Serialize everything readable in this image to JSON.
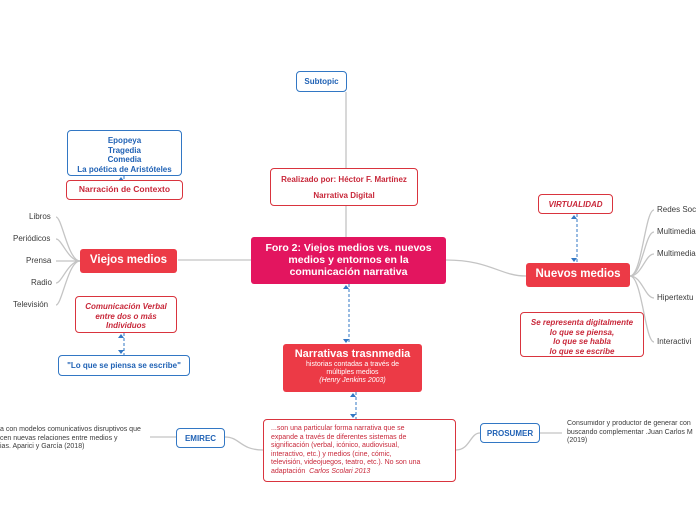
{
  "central": {
    "lines": [
      "Foro 2: Viejos medios vs. nuevos",
      "medios y entornos en la",
      "comunicación narrativa"
    ]
  },
  "subtopic": {
    "label": "Subtopic"
  },
  "realizado": {
    "line1": "Realizado por: Héctor F. Martínez",
    "line2": "Narrativa Digital"
  },
  "viejos": {
    "title": "Viejos medios",
    "leaves": [
      "Libros",
      "Periódicos",
      "Prensa",
      "Radio",
      "Televisión"
    ],
    "contexto": "Narración de Contexto",
    "generos": [
      "Epopeya",
      "Tragedia",
      "Comedia",
      "La poética de Aristóteles"
    ],
    "verbal": [
      "Comunicación Verbal",
      "entre dos o más",
      "Individuos"
    ],
    "quote": "\"Lo que se piensa se escribe\""
  },
  "nuevos": {
    "title": "Nuevos medios",
    "virtualidad": "VIRTUALIDAD",
    "leaves": [
      "Redes Soc",
      "Multimedia",
      "Multimedia",
      "Hipertextu",
      "Interactivi"
    ],
    "digital": [
      "Se representa digitalmente",
      "lo que se piensa,",
      "lo que se habla",
      "lo que se escribe"
    ]
  },
  "narrativas": {
    "title": "Narrativas trasnmedia",
    "line1": "historias contadas a través de",
    "line2": "múltiples medios",
    "line3": "(Henry Jenkins 2003)"
  },
  "scolari": {
    "lines": [
      "...son una particular forma narrativa que se",
      "expande a través de diferentes sistemas de",
      "significación (verbal, icónico, audiovisual,",
      "interactivo, etc.) y medios (cine, cómic,",
      "televisión, videojuegos, teatro, etc.). No son una"
    ],
    "last": "adaptación",
    "author": "Carlos Scolari 2013"
  },
  "emirec": {
    "label": "EMIREC",
    "text": [
      "a con modelos comunicativos disruptivos que",
      "cen nuevas relaciones entre medios y",
      "ias. Aparici y García (2018)"
    ]
  },
  "prosumer": {
    "label": "PROSUMER",
    "text": [
      "Consumidor y productor de generar con",
      "buscando complementar .Juan Carlos M",
      "(2019)"
    ]
  },
  "colors": {
    "central": "#e3155f",
    "red": "#ec3a46",
    "blue": "#3277c4",
    "line": "#bdbdbd"
  }
}
